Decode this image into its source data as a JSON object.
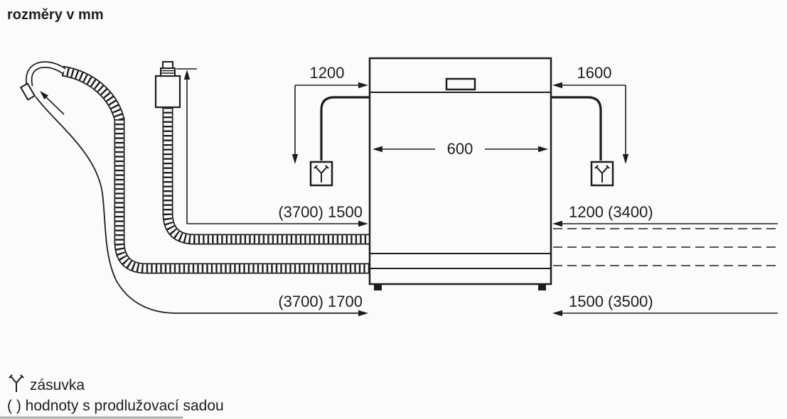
{
  "page": {
    "title": "rozměry v mm",
    "bg_color": "#fbfbfb",
    "line_color": "#1d1d1b"
  },
  "dimensions": {
    "power_cable_left": "1200",
    "power_cable_right": "1600",
    "appliance_width": "600",
    "supply_hose_left": "(3700) 1500",
    "right_mid": "1200 (3400)",
    "drain_left": "(3700) 1700",
    "right_bottom": "1500 (3500)"
  },
  "legend": {
    "socket_icon": "power-socket-icon",
    "socket_label": "zásuvka",
    "extension_note": "( ) hodnoty s prodlužovací sadou"
  }
}
